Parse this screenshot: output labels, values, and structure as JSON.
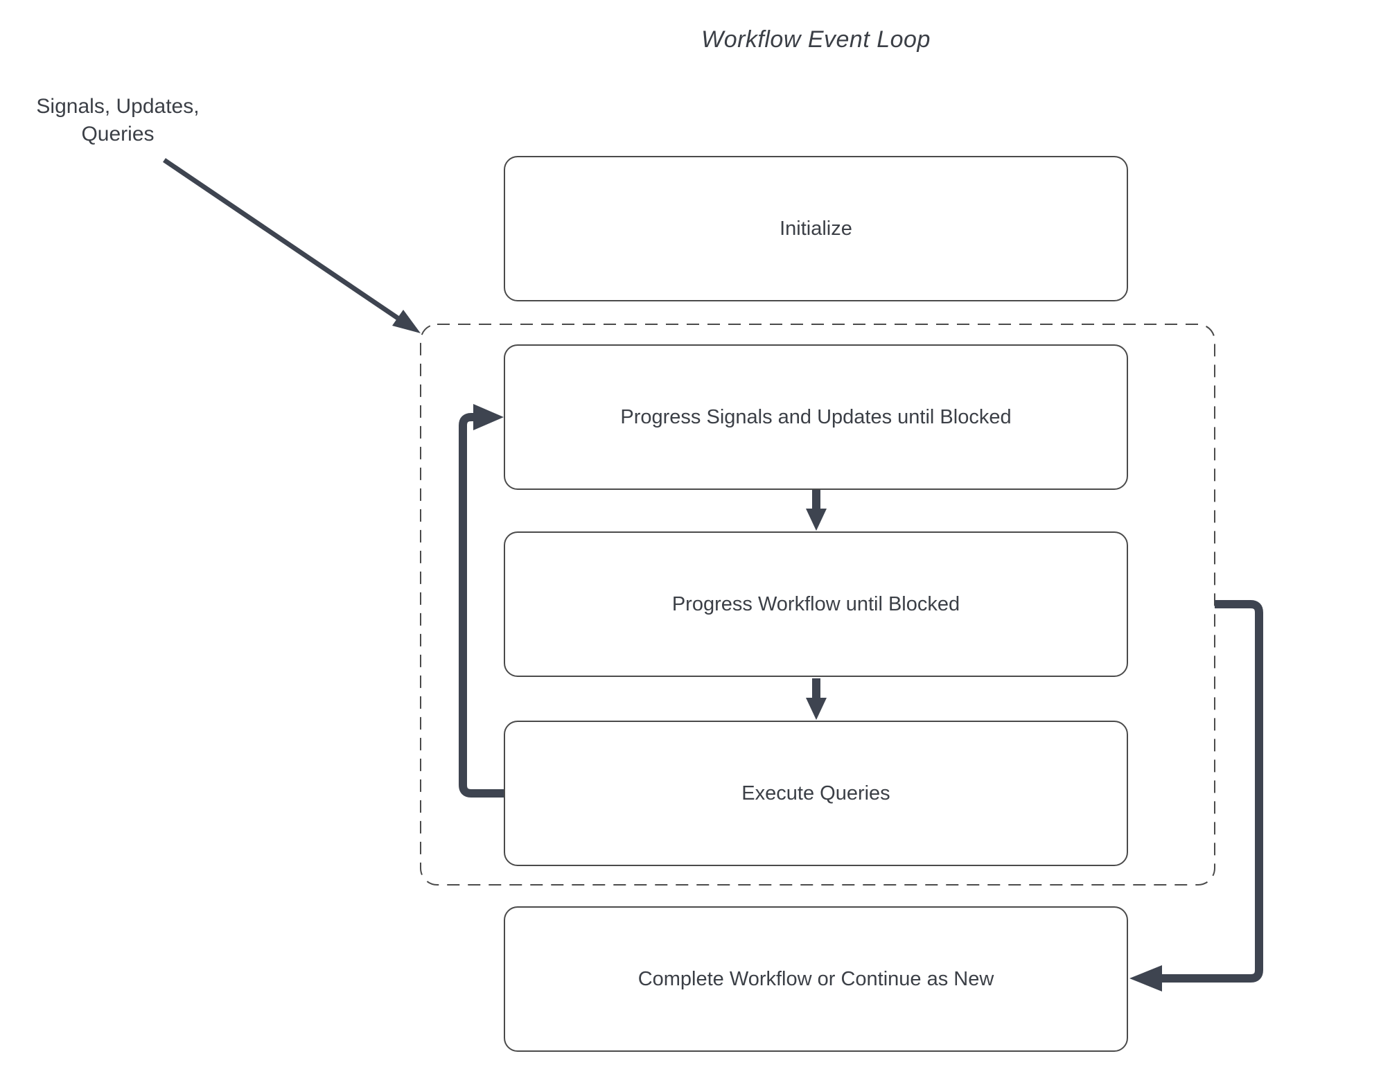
{
  "diagram": {
    "title": "Workflow Event Loop",
    "input_label_lines": [
      "Signals, Updates,",
      "Queries"
    ],
    "nodes": [
      {
        "id": "initialize",
        "label": "Initialize"
      },
      {
        "id": "progress-signals-updates",
        "label": "Progress Signals and Updates until Blocked"
      },
      {
        "id": "progress-workflow",
        "label": "Progress Workflow until Blocked"
      },
      {
        "id": "execute-queries",
        "label": "Execute Queries"
      },
      {
        "id": "complete-or-continue",
        "label": "Complete Workflow or Continue as New"
      }
    ],
    "colors": {
      "background": "#ffffff",
      "node_fill": "#ffffff",
      "node_border": "#4a4a4a",
      "dashed_border": "#4a4a4a",
      "arrow": "#3e4450",
      "text": "#3b3f46"
    }
  }
}
